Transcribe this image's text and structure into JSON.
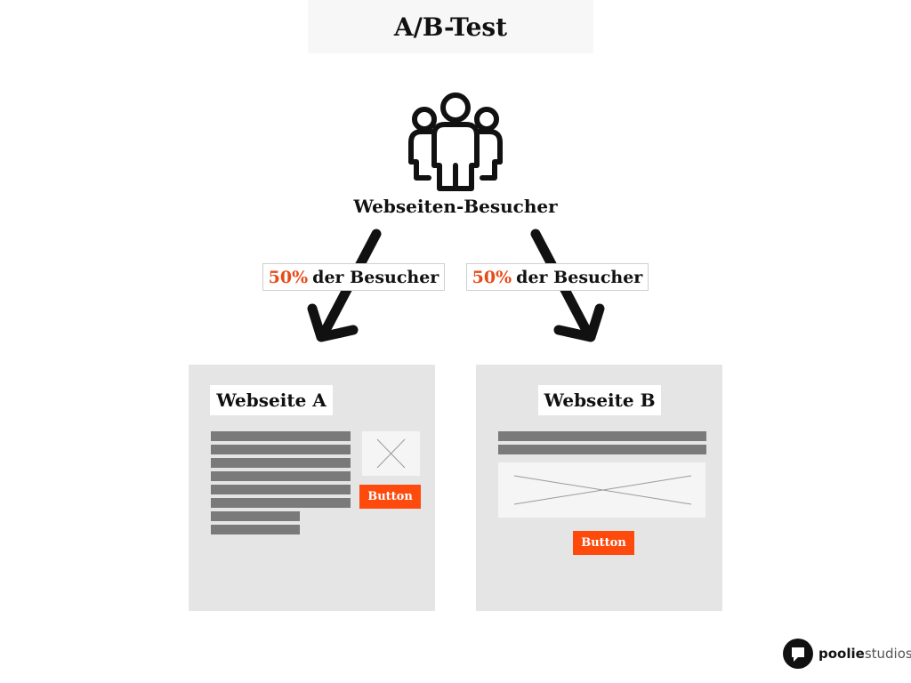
{
  "title": "A/B-Test",
  "visitors": {
    "label": "Webseiten-Besucher",
    "icon": "group-of-people-icon"
  },
  "split": [
    {
      "percent": "50%",
      "text": "der Besucher"
    },
    {
      "percent": "50%",
      "text": "der Besucher"
    }
  ],
  "variants": {
    "a": {
      "label": "Webseite A",
      "button_label": "Button"
    },
    "b": {
      "label": "Webseite B",
      "button_label": "Button"
    }
  },
  "logo": {
    "part1": "poolie",
    "part2": "studios",
    "icon": "speech-bubble-logo-icon"
  },
  "colors": {
    "accent": "#ff4a0d",
    "percent_text": "#e84b1a",
    "card_bg": "#e5e5e5",
    "text_line": "#7a7a7a"
  }
}
